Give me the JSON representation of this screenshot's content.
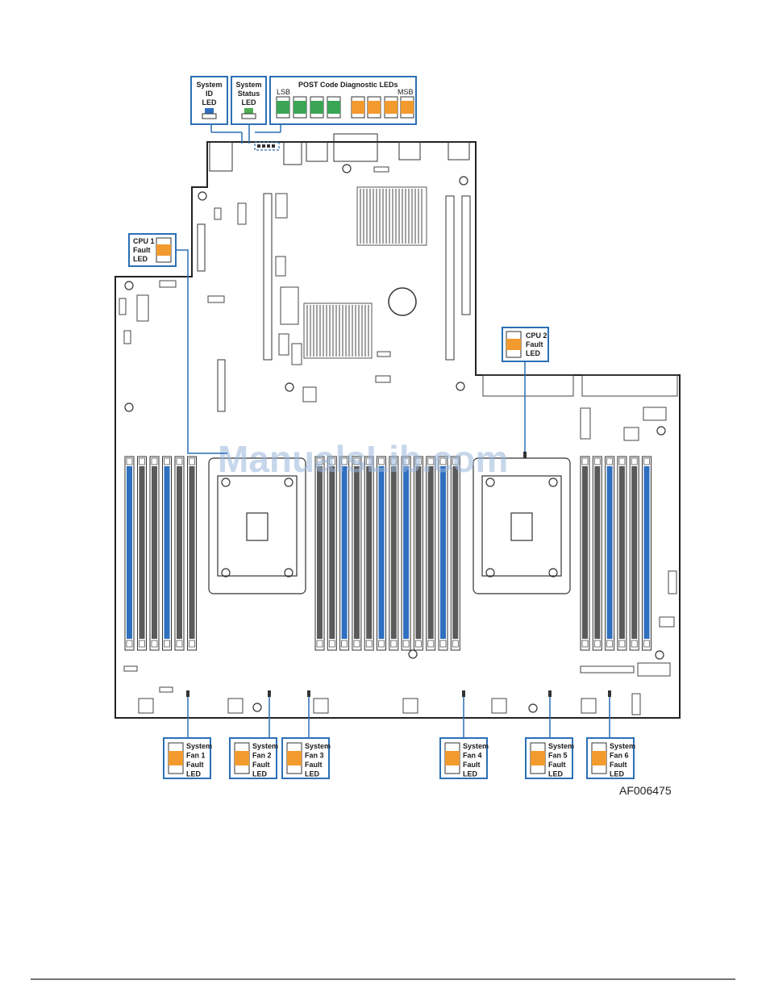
{
  "figure_id": "AF006475",
  "watermark": "ManualsLib.com",
  "colors": {
    "callout_border": "#2c6fb5",
    "fault_led": "#f29a2e",
    "post_green": "#3aa655",
    "id_led_blue": "#2f6ec1",
    "status_led_green": "#4dae52",
    "dimm_blue": "#2f6fc0",
    "dimm_dark": "#5a5a5a",
    "board_line": "#222222"
  },
  "post_leds": {
    "title": "POST Code Diagnostic LEDs",
    "lsb": "LSB",
    "msb": "MSB",
    "sequence": [
      "green",
      "green",
      "green",
      "green",
      "orange",
      "orange",
      "orange",
      "orange"
    ]
  },
  "top_callouts": [
    {
      "lines": [
        "System",
        "ID",
        "LED"
      ],
      "led": "blue"
    },
    {
      "lines": [
        "System",
        "Status",
        "LED"
      ],
      "led": "green"
    }
  ],
  "cpu_callouts": [
    {
      "lines": [
        "CPU 1",
        "Fault",
        "LED"
      ]
    },
    {
      "lines": [
        "CPU 2",
        "Fault",
        "LED"
      ]
    }
  ],
  "fan_callouts": [
    {
      "lines": [
        "System",
        "Fan 1",
        "Fault",
        "LED"
      ]
    },
    {
      "lines": [
        "System",
        "Fan 2",
        "Fault",
        "LED"
      ]
    },
    {
      "lines": [
        "System",
        "Fan 3",
        "Fault",
        "LED"
      ]
    },
    {
      "lines": [
        "System",
        "Fan 4",
        "Fault",
        "LED"
      ]
    },
    {
      "lines": [
        "System",
        "Fan 5",
        "Fault",
        "LED"
      ]
    },
    {
      "lines": [
        "System",
        "Fan 6",
        "Fault",
        "LED"
      ]
    }
  ],
  "dimm_groups": [
    {
      "pattern": [
        "blue",
        "dark",
        "dark",
        "blue",
        "dark",
        "dark"
      ]
    },
    {
      "pattern": [
        "dark",
        "dark",
        "blue",
        "dark",
        "dark",
        "blue",
        "dark",
        "blue",
        "dark",
        "dark",
        "blue",
        "dark"
      ]
    },
    {
      "pattern": [
        "dark",
        "dark",
        "blue",
        "dark",
        "dark",
        "blue"
      ]
    }
  ]
}
